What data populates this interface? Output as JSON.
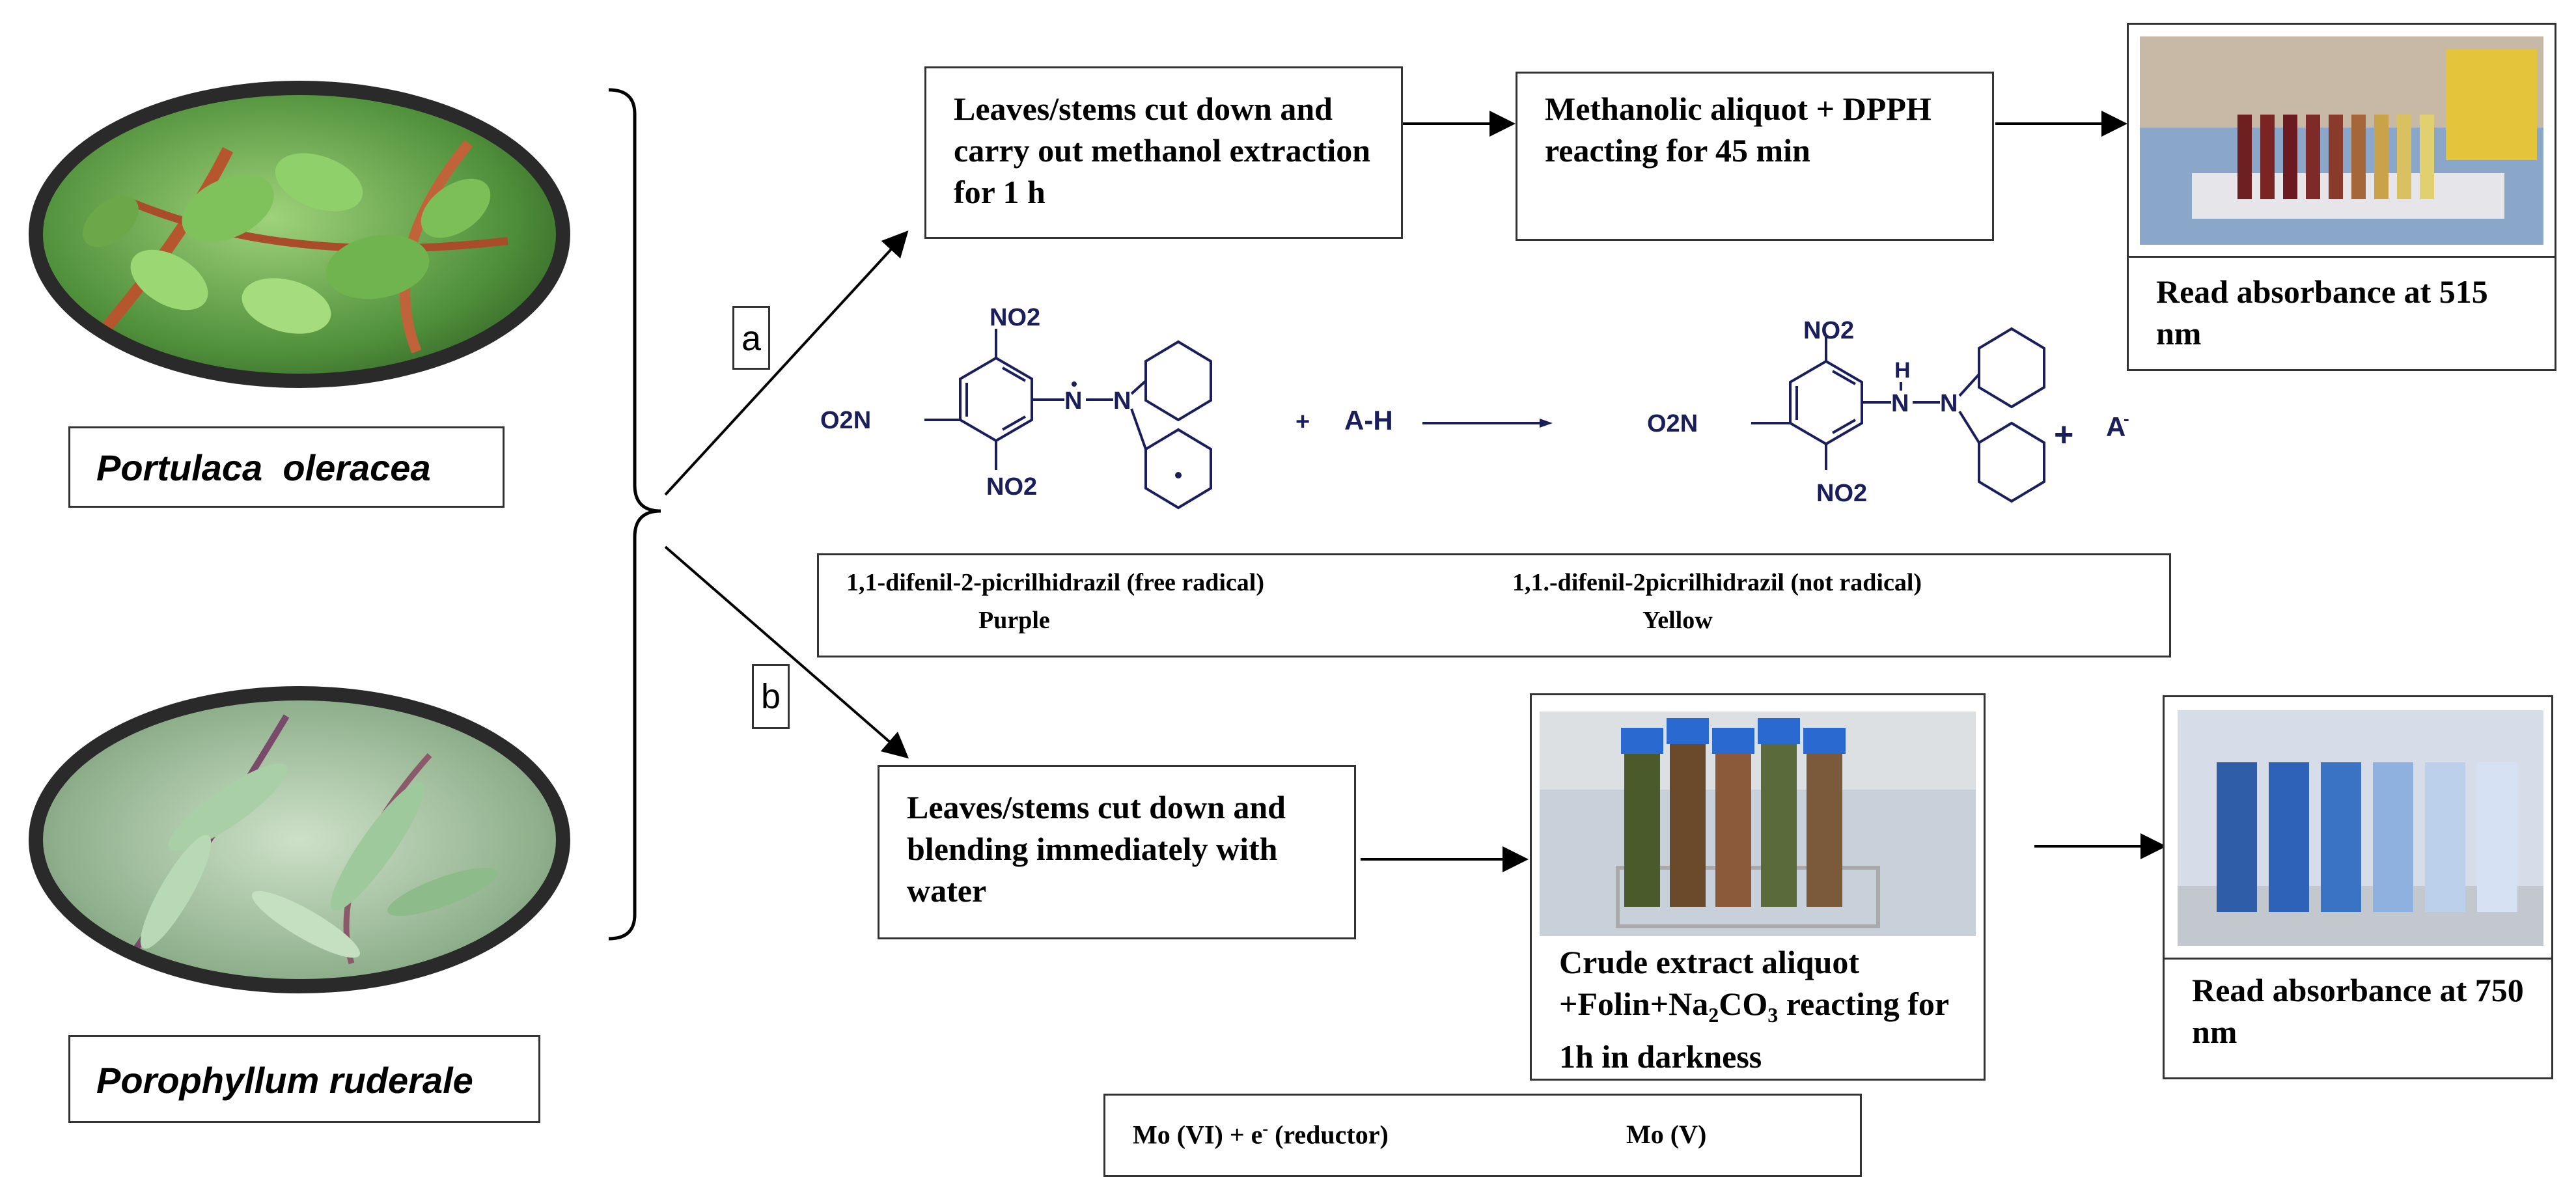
{
  "plants": {
    "first": "Portulaca  oleracea",
    "second": "Porophyllum ruderale"
  },
  "branches": {
    "a": "a",
    "b": "b"
  },
  "path_a": {
    "step1": "Leaves/stems cut down and carry out methanol extraction for 1 h",
    "step2": "Methanolic aliquot + DPPH reacting for 45 min",
    "read": "Read absorbance at 515 nm"
  },
  "dpph": {
    "reagent": "A-H",
    "plus1": "+",
    "plus2": "+",
    "product": "A",
    "no2_top": "NO2",
    "no2_left": "O2N",
    "no2_bottom": "NO2",
    "nh_h": "H",
    "left_name": "1,1-difenil-2-picrilhidrazil (free radical)",
    "left_color": "Purple",
    "right_name": "1,1.-difenil-2picrilhidrazil (not radical)",
    "right_color": "Yellow"
  },
  "path_b": {
    "step1": "Leaves/stems cut down and blending immediately with water",
    "step2_pre": "Crude extract aliquot +Folin+Na",
    "step2_sub": "2",
    "step2_mid": "CO",
    "step2_sub2": "3",
    "step2_post": " reacting for 1h in darkness",
    "read": "Read absorbance at 750 nm",
    "reaction_left": "Mo (VI) + e",
    "reaction_sup": "-",
    "reaction_mid": " (reductor)",
    "reaction_right": "Mo (V)"
  },
  "colors": {
    "ink": "#000000",
    "chem": "#1a1f5c",
    "frame": "#333333"
  }
}
